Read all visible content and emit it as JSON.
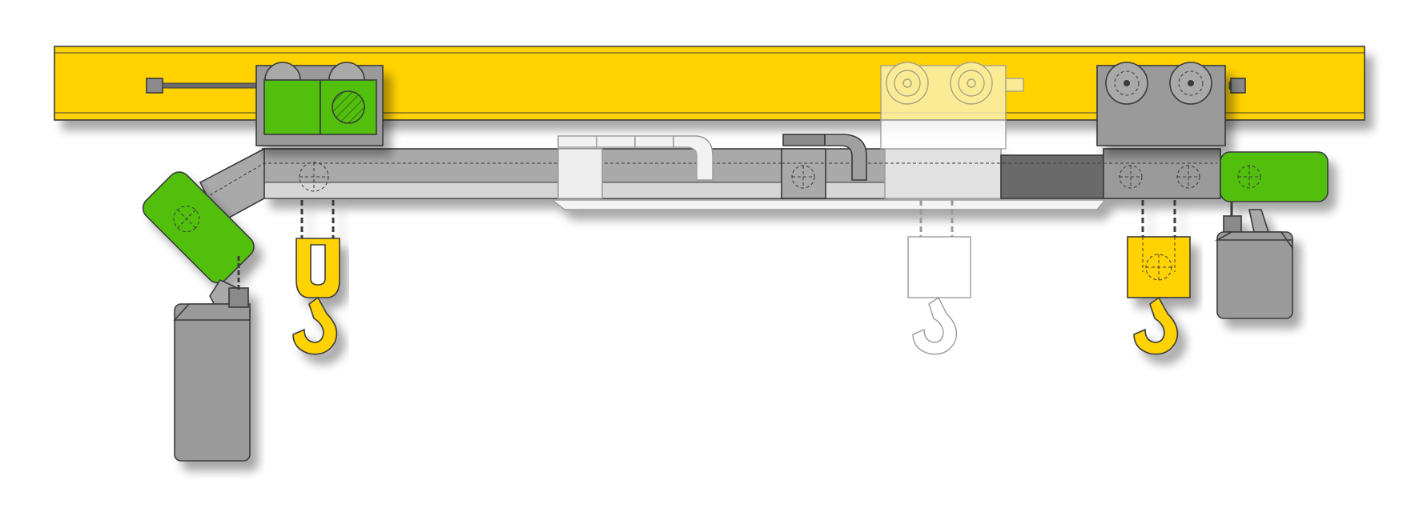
{
  "colors": {
    "rail_yellow": "#ffd200",
    "motor_green": "#52bf10",
    "hoist_grey": "#9a9a9a",
    "dark_grey": "#6a6a6a",
    "beam_light": "#dcdcdc",
    "outline": "#3a3a3a",
    "shadow": "#cfcfcf"
  },
  "icons": [
    "crane-rail",
    "drive-trolley",
    "idler-trolley",
    "ghost-trolley",
    "bridge-girder",
    "chain-hoist",
    "load-hook",
    "cable-festoon",
    "buffer-stop"
  ]
}
